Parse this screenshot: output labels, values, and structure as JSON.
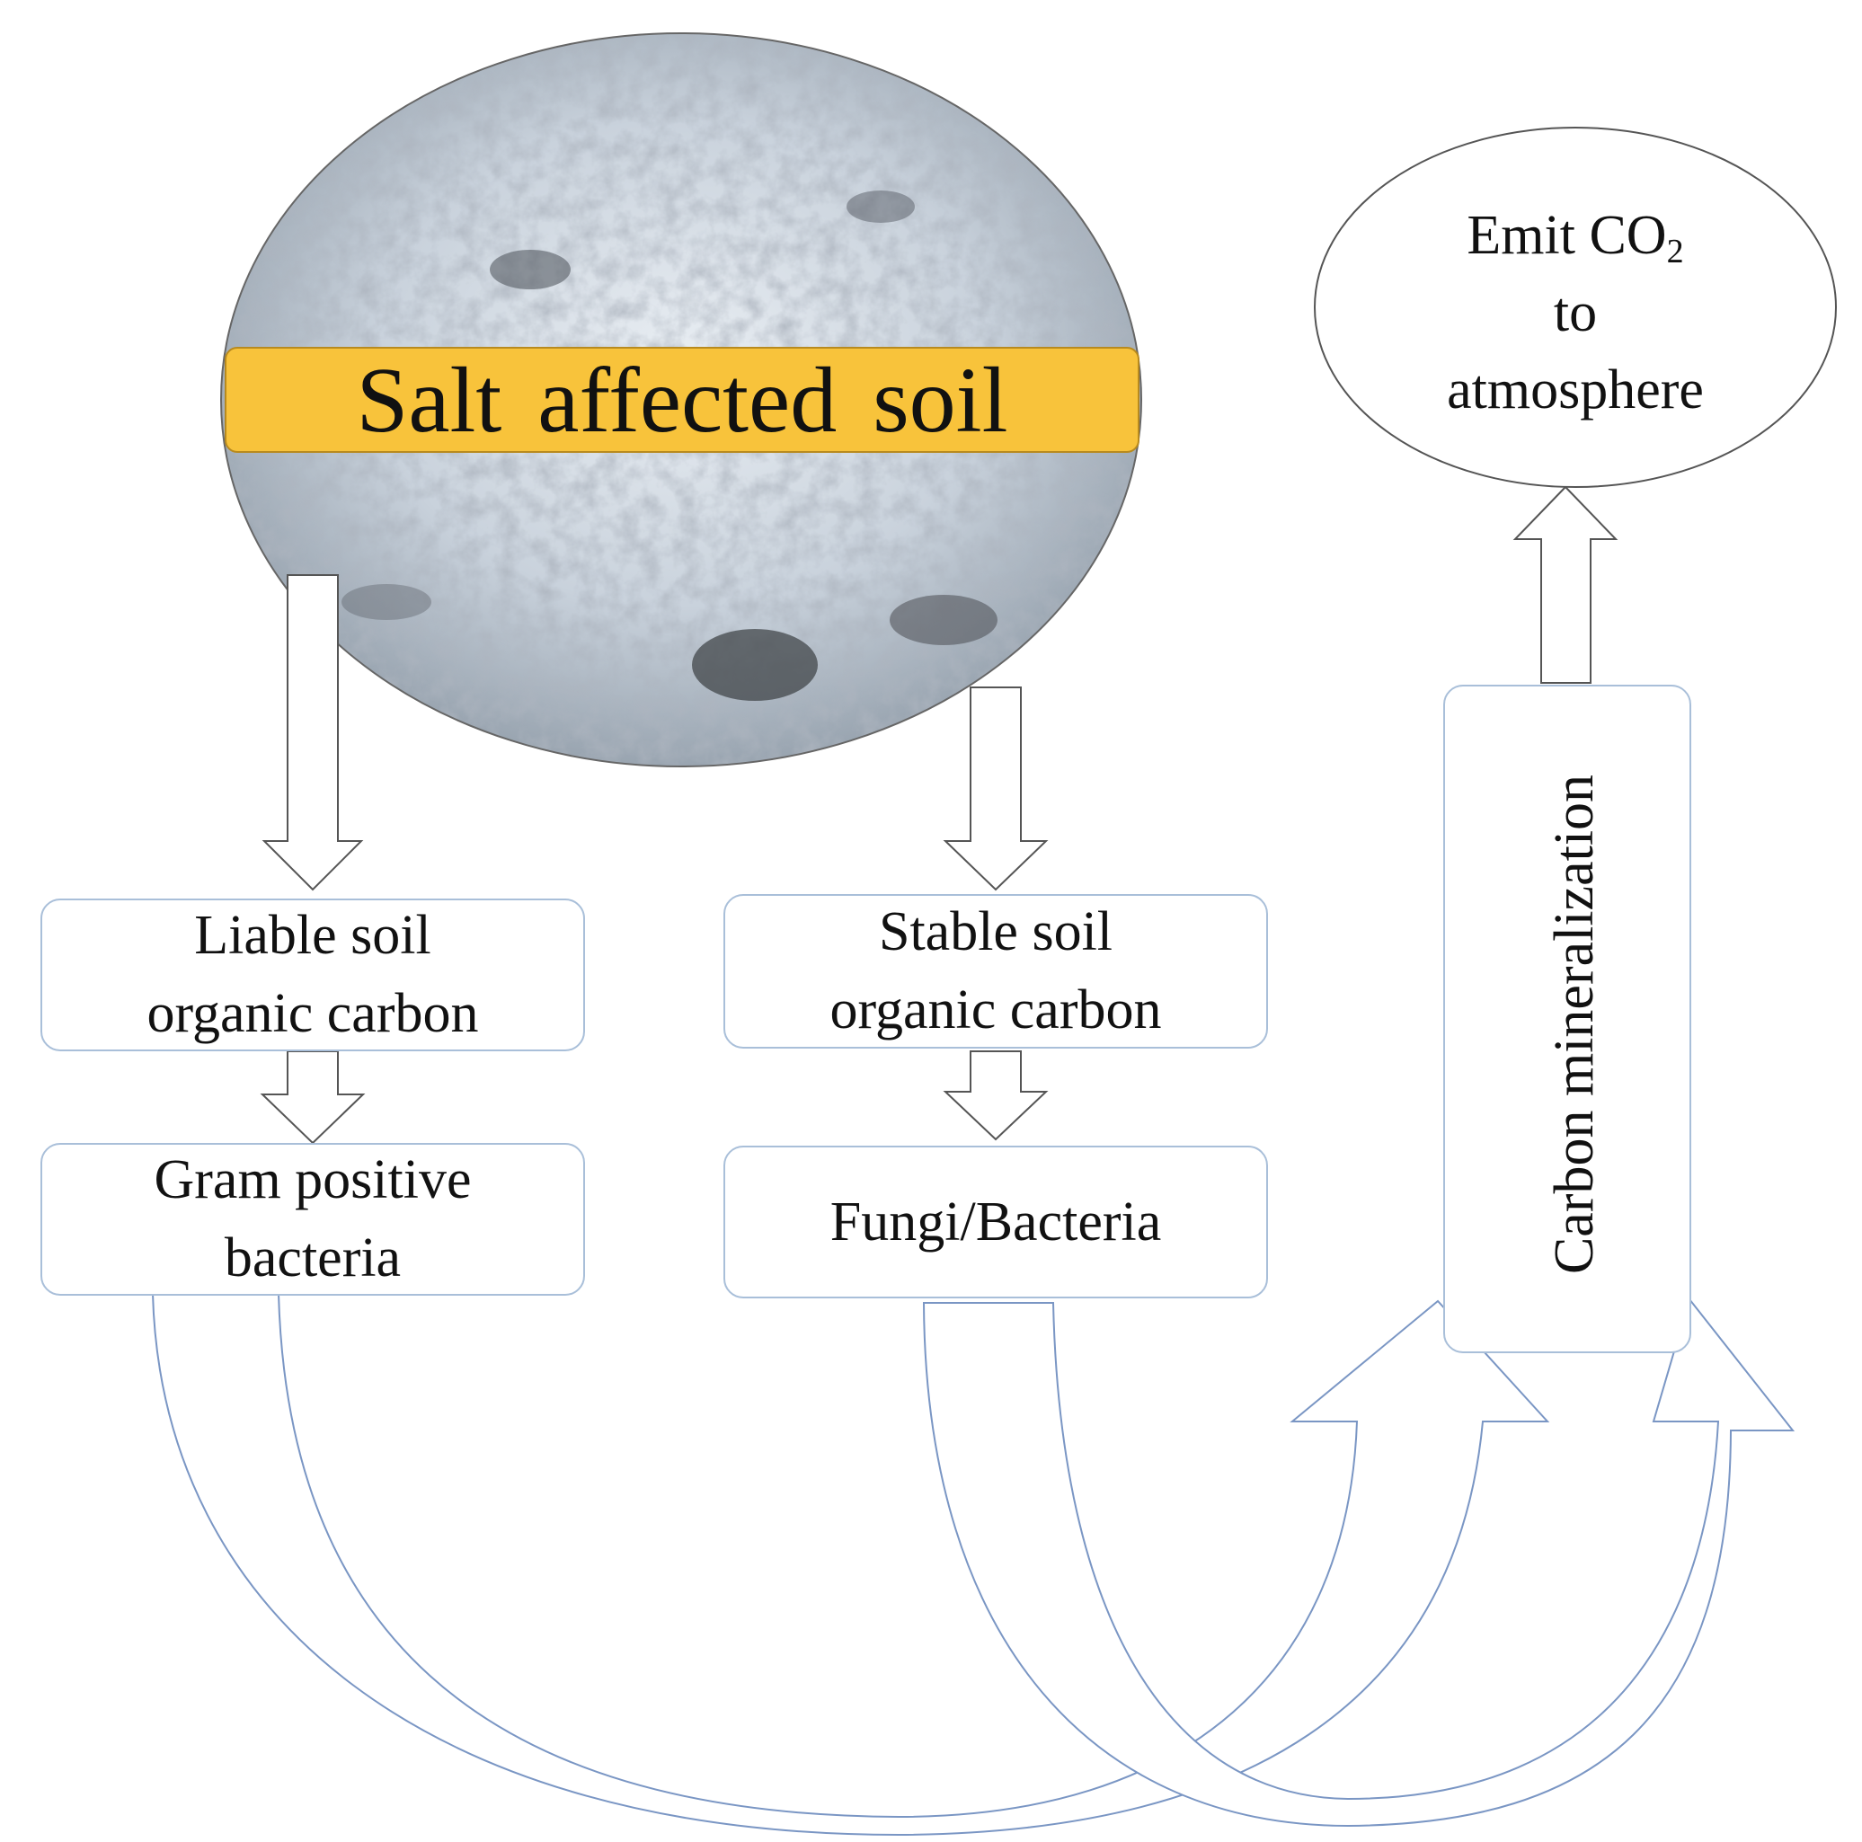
{
  "soil": {
    "label": "Salt affected  soil"
  },
  "pools": [
    {
      "line1": "Liable soil",
      "line2": "organic carbon"
    },
    {
      "line1": "Stable soil",
      "line2": "organic carbon"
    }
  ],
  "microbes": [
    {
      "line1": "Gram positive",
      "line2": "bacteria"
    },
    {
      "line1": "Fungi/Bacteria"
    }
  ],
  "process": {
    "label": "Carbon mineralization"
  },
  "output": {
    "line1_prefix": "Emit CO",
    "line1_sub": "2",
    "line2": "to",
    "line3": "atmosphere"
  },
  "colors": {
    "box_border": "#a9bfd9",
    "banner_fill": "#f8c33b",
    "arrow_stroke": "#555555",
    "curve_stroke": "#7a96c4"
  }
}
